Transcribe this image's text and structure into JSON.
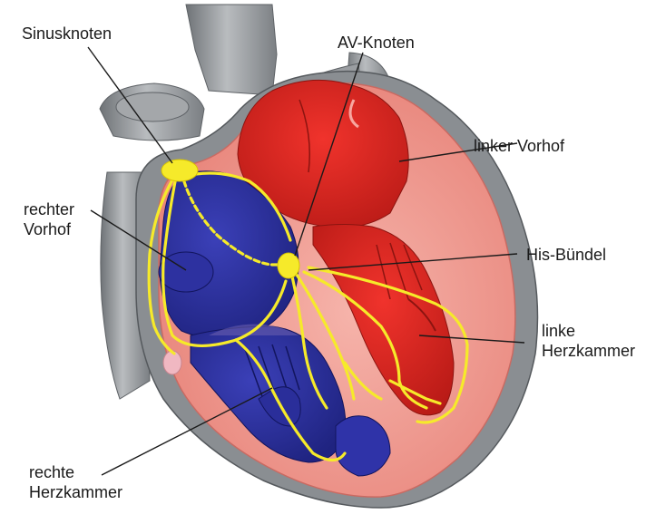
{
  "labels": {
    "sinusknoten": "Sinusknoten",
    "av_knoten": "AV-Knoten",
    "linker_vorhof": "linker Vorhof",
    "rechter_vorhof_line1": "rechter",
    "rechter_vorhof_line2": "Vorhof",
    "his_buendel": "His-Bündel",
    "linke_herzkammer_line1": "linke",
    "linke_herzkammer_line2": "Herzkammer",
    "rechte_herzkammer_line1": "rechte",
    "rechte_herzkammer_line2": "Herzkammer"
  },
  "colors": {
    "vessel_grey": "#8e9296",
    "right_side_blue": "#2a2e9a",
    "left_side_red": "#d9241f",
    "myocardium_pink": "#ef9a92",
    "conduction_yellow": "#f6ea2a",
    "leader_line": "#1a1a1a"
  }
}
